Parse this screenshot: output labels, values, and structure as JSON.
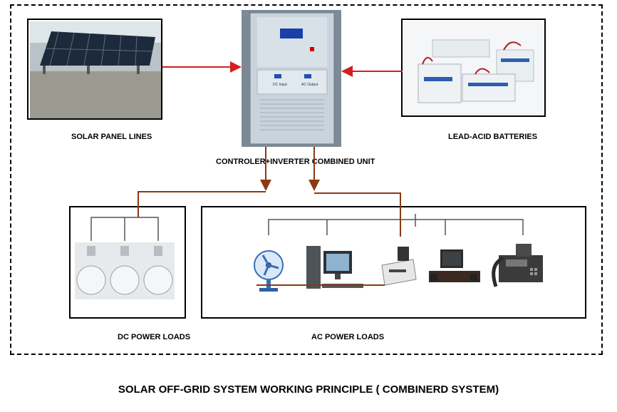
{
  "labels": {
    "solar": "SOLAR PANEL LINES",
    "batteries": "LEAD-ACID BATTERIES",
    "controller": "CONTROLER+INVERTER COMBINED UNIT",
    "dc_loads": "DC POWER LOADS",
    "ac_loads": "AC POWER LOADS"
  },
  "title": "SOLAR OFF-GRID SYSTEM WORKING PRINCIPLE  ( COMBINERD SYSTEM)",
  "controller_panel": {
    "left_port": "DC Input",
    "right_port": "AC Output"
  },
  "colors": {
    "arrow": "#d32020",
    "wire": "#8a3a12",
    "frame": "#000000"
  },
  "icons": {
    "solar": "solar-panel-icon",
    "batteries": "battery-icon",
    "controller": "inverter-icon",
    "bulb": "light-bulb-icon",
    "fan": "fan-icon",
    "computer": "computer-icon",
    "printer": "printer-icon",
    "tv": "tv-icon",
    "fax": "fax-icon"
  }
}
